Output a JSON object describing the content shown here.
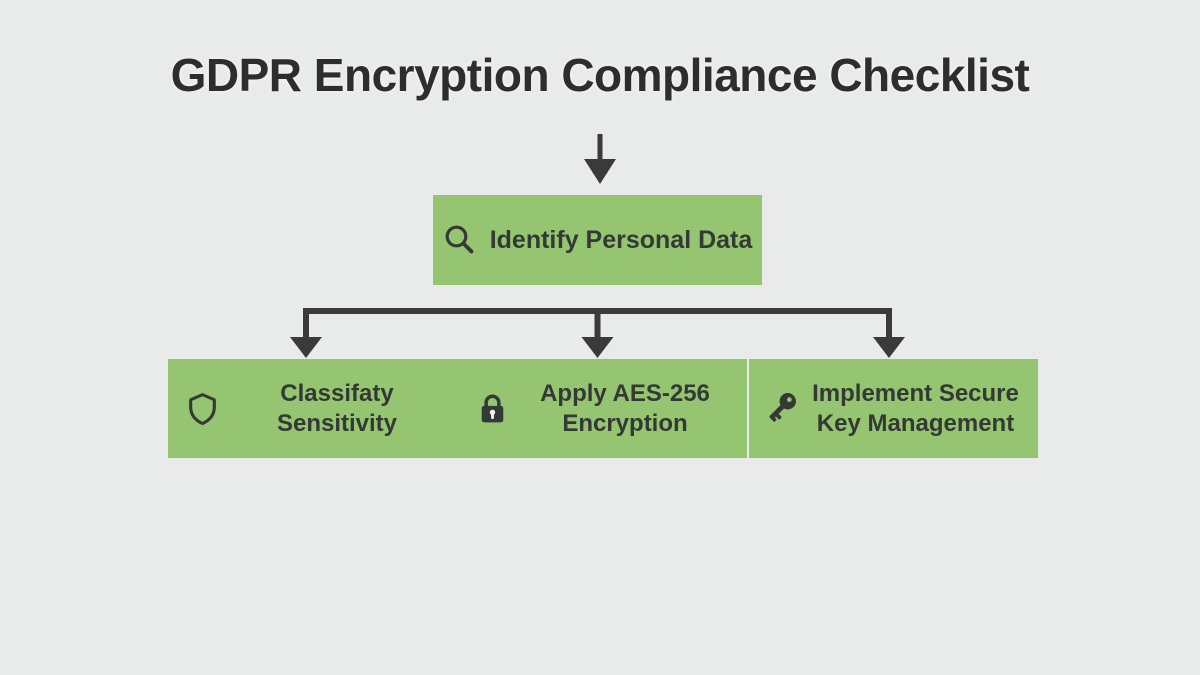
{
  "title": "GDPR Encryption Compliance Checklist",
  "colors": {
    "background": "#e9ebea",
    "node_fill": "#96c572",
    "text": "#333a35",
    "connector": "#3a3a3a"
  },
  "flowchart": {
    "root": {
      "icon": "search-icon",
      "label": "Identify Personal Data"
    },
    "children": [
      {
        "icon": "shield-icon",
        "label": "Classifaty Sensitivity",
        "lines": [
          "Classifaty",
          "Sensitivity"
        ]
      },
      {
        "icon": "lock-icon",
        "label": "Apply AES-256 Encryption",
        "lines": [
          "Apply AES-256",
          "Encryption"
        ]
      },
      {
        "icon": "key-icon",
        "label": "Implement Secure Key Management",
        "lines": [
          "Implement Secure",
          "Key Management"
        ]
      }
    ]
  }
}
